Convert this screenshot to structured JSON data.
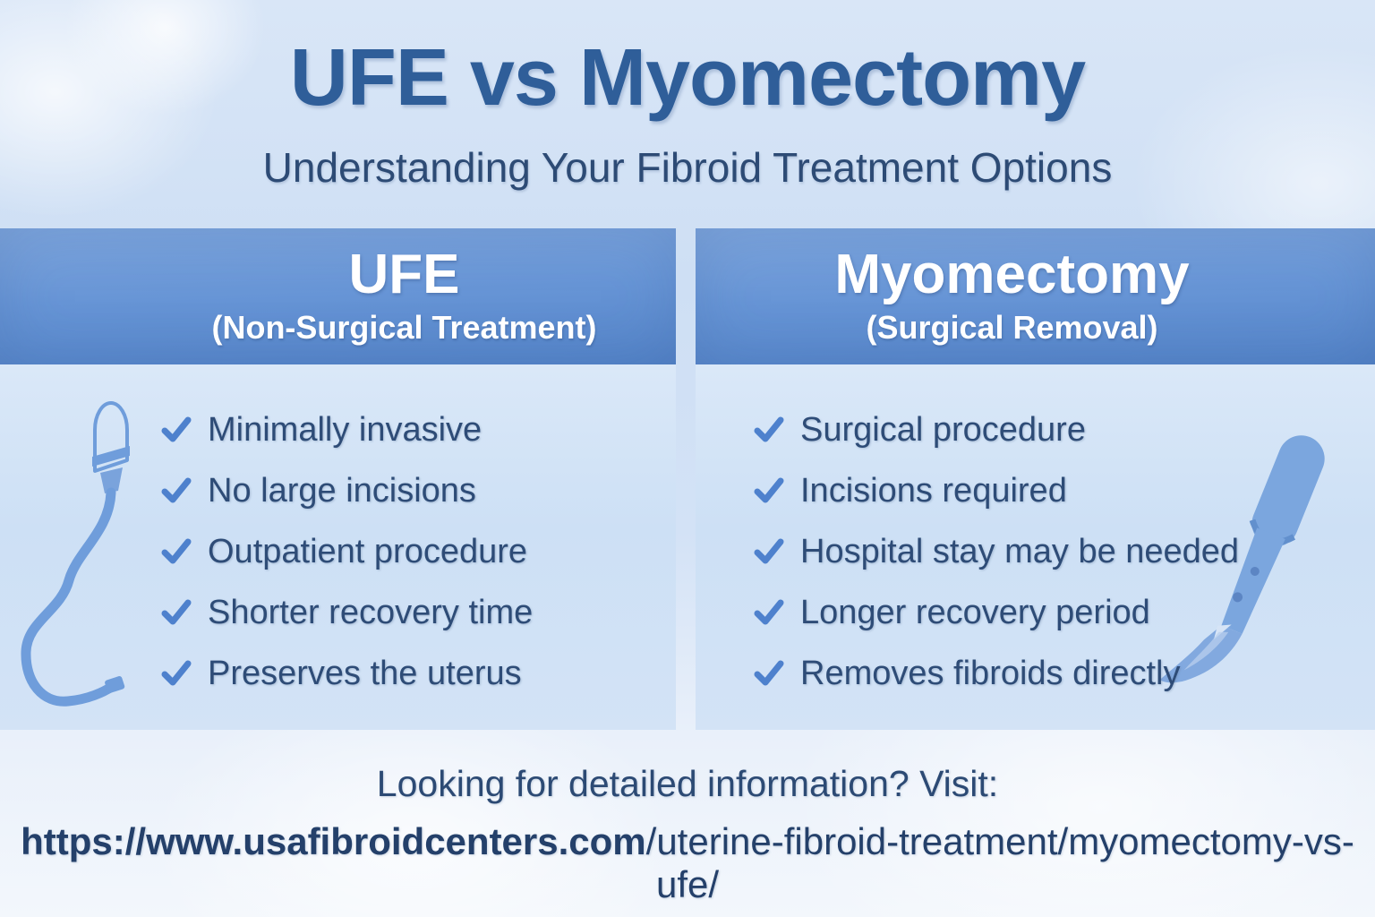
{
  "page": {
    "title": "UFE vs Myomectomy",
    "subtitle": "Understanding Your Fibroid Treatment Options"
  },
  "columns": [
    {
      "title": "UFE",
      "subtitle": "(Non-Surgical Treatment)",
      "illustration": "catheter",
      "items": [
        "Minimally invasive",
        "No large incisions",
        "Outpatient procedure",
        "Shorter recovery time",
        "Preserves the uterus"
      ]
    },
    {
      "title": "Myomectomy",
      "subtitle": "(Surgical Removal)",
      "illustration": "scalpel",
      "items": [
        "Surgical procedure",
        "Incisions required",
        "Hospital stay may be needed",
        "Longer recovery period",
        "Removes fibroids directly"
      ]
    }
  ],
  "footer": {
    "prompt": "Looking for detailed information? Visit:",
    "url_domain": "https://www.usafibroidcenters.com",
    "url_path": "/uterine-fibroid-treatment/myomectomy-vs-ufe/"
  },
  "icons": {
    "check": "✓"
  },
  "colors": {
    "title_text": "#2f5e99",
    "subtitle_text": "#2d4b75",
    "header_band": "#6795d6",
    "header_text": "#ffffff",
    "panel": "#cde0f5",
    "check": "#4e81cd",
    "item_text": "#2e4c77",
    "url_text": "#24406a",
    "illustration": "#7ba6de"
  }
}
